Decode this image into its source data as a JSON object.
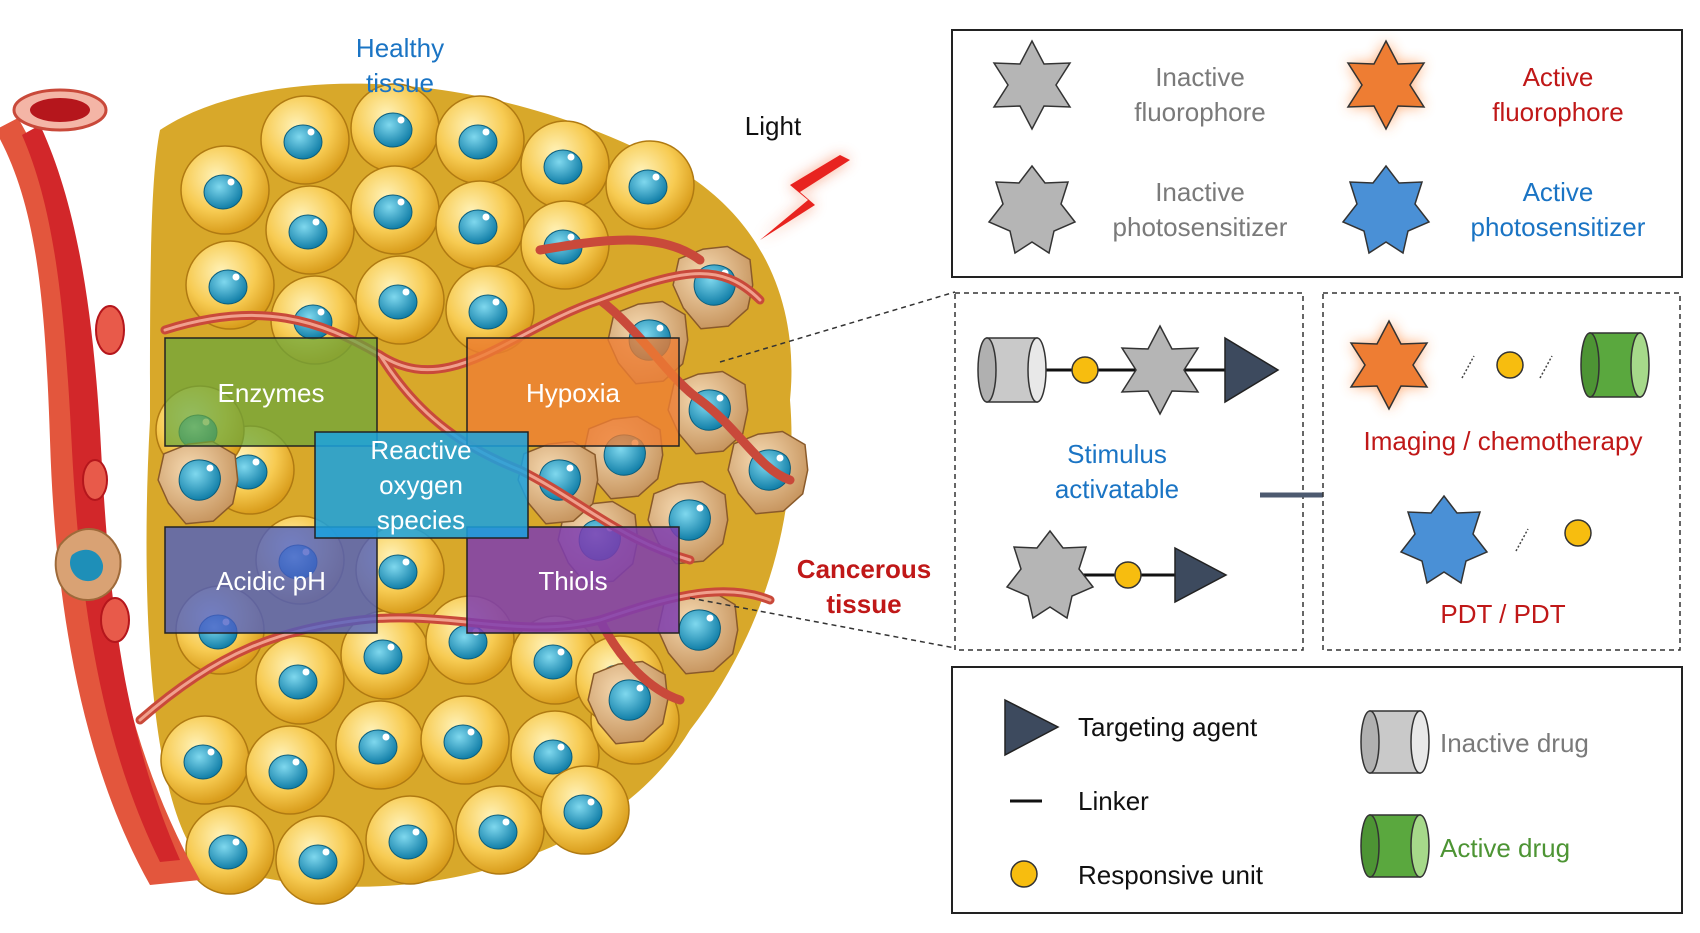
{
  "tissue": {
    "healthy_label_line1": "Healthy",
    "healthy_label_line2": "tissue",
    "light_label": "Light",
    "cancer_label_line1": "Cancerous",
    "cancer_label_line2": "tissue"
  },
  "stimuli": {
    "enzymes": "Enzymes",
    "hypoxia": "Hypoxia",
    "ros_line1": "Reactive",
    "ros_line2": "oxygen",
    "ros_line3": "species",
    "acidic_ph": "Acidic pH",
    "thiols": "Thiols"
  },
  "legend_top": {
    "inactive_fluorophore_1": "Inactive",
    "inactive_fluorophore_2": "fluorophore",
    "active_fluorophore_1": "Active",
    "active_fluorophore_2": "fluorophore",
    "inactive_ps_1": "Inactive",
    "inactive_ps_2": "photosensitizer",
    "active_ps_1": "Active",
    "active_ps_2": "photosensitizer"
  },
  "mechanism": {
    "stimulus_1": "Stimulus",
    "stimulus_2": "activatable",
    "imaging": "Imaging / chemotherapy",
    "pdt": "PDT / PDT"
  },
  "legend_bottom": {
    "targeting": "Targeting agent",
    "linker": "Linker",
    "responsive": "Responsive unit",
    "inactive_drug": "Inactive drug",
    "active_drug": "Active drug"
  },
  "colors": {
    "gray_text": "#7a7a7a",
    "red_text": "#c01818",
    "blue_text": "#1a74c4",
    "green_text": "#4d9434",
    "fluor_orange": "#ee7d33",
    "ps_blue": "#4a90d6",
    "targeting_navy": "#3d4a5e",
    "unit_yellow": "#f7bd0f",
    "vessel_red": "#d2272a"
  }
}
